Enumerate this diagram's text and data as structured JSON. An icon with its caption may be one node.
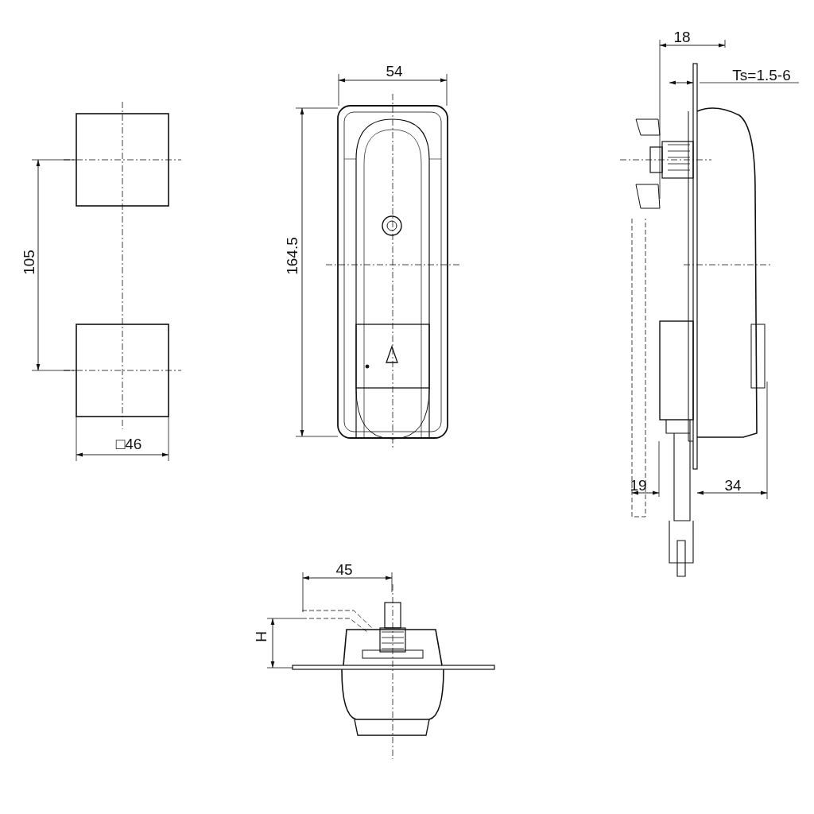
{
  "diagram": {
    "labels": [
      "18",
      "54",
      "Ts=1.5-6",
      "164.5",
      "105",
      "□46",
      "19",
      "34",
      "45",
      "H"
    ]
  }
}
